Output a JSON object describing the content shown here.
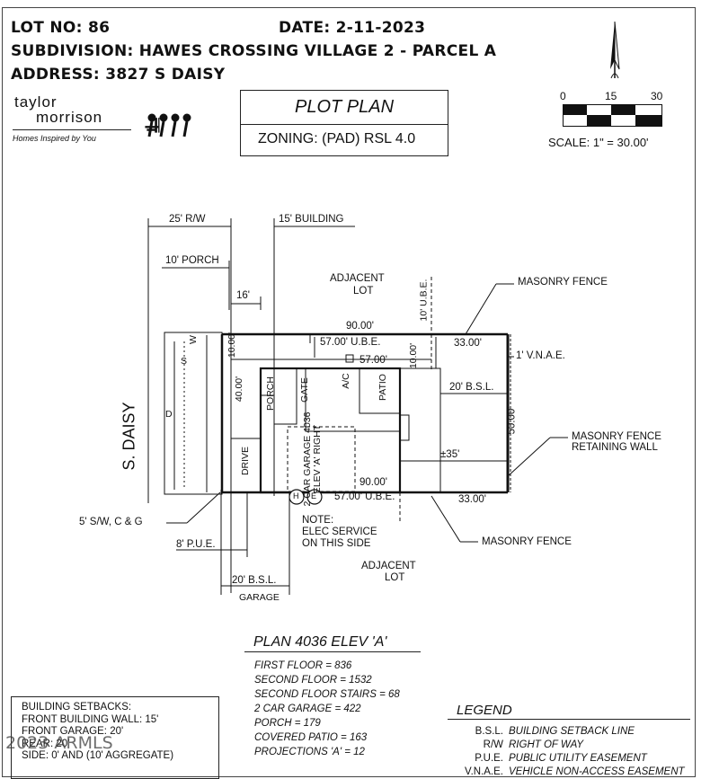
{
  "header": {
    "lot": "LOT NO: 86",
    "date": "DATE: 2-11-2023",
    "subdivision": "SUBDIVISION: HAWES CROSSING VILLAGE 2 - PARCEL A",
    "address": "ADDRESS: 3827 S DAISY"
  },
  "brand": {
    "line1": "taylor",
    "line2": "morrison",
    "tagline": "Homes Inspired by You"
  },
  "title_block": {
    "title": "PLOT PLAN",
    "zoning": "ZONING: (PAD) RSL 4.0"
  },
  "scale": {
    "t0": "0",
    "t15": "15",
    "t30": "30",
    "label": "SCALE: 1\" = 30.00'"
  },
  "plan_labels": {
    "rw25": "25' R/W",
    "bldg15": "15' BUILDING",
    "porch10": "10' PORCH",
    "d16": "16'",
    "adjacent_top": "ADJACENT",
    "lot_top": "LOT",
    "ube10": "10' U.B.E.",
    "masonry_fence_top": "MASONRY FENCE",
    "d90_top": "90.00'",
    "ube57_top": "57.00' U.B.E.",
    "d33_top": "33.00'",
    "d10_a": "10.00'",
    "d57_mid": "57.00'",
    "d10_b": "10.00'",
    "vnae1": "1' V.N.A.E.",
    "d40": "40.00'",
    "porch": "PORCH",
    "gate": "GATE",
    "ac": "A/C",
    "patio": "PATIO",
    "bsl20_right": "20' B.S.L.",
    "street": "S. DAISY",
    "d50": "50.00'",
    "fence_retaining_1": "MASONRY FENCE",
    "fence_retaining_2": "RETAINING WALL",
    "d35": "±35'",
    "garage_text": "2 CAR GARAGE 4036 ELEV 'A' RIGHT",
    "drive": "DRIVE",
    "d90_bottom": "90.00'",
    "ube57_bottom": "57.00' U.B.E.",
    "d33_bottom": "33.00'",
    "h": "H",
    "e": "E",
    "note1": "NOTE:",
    "note2": "ELEC SERVICE",
    "note3": "ON THIS SIDE",
    "sw": "5' S/W, C & G",
    "pue8": "8' P.U.E.",
    "masonry_fence_bottom": "MASONRY FENCE",
    "adjacent_bottom": "ADJACENT",
    "lot_bottom": "LOT",
    "bsl20_garage": "20' B.S.L.",
    "garage": "GARAGE",
    "s_mark": "S",
    "w_mark": "W",
    "dotted_mark": "D"
  },
  "plan_summary": {
    "title": "PLAN 4036 ELEV 'A'",
    "rows": [
      "FIRST FLOOR = 836",
      "SECOND FLOOR = 1532",
      "SECOND FLOOR STAIRS = 68",
      "2 CAR GARAGE = 422",
      "PORCH = 179",
      "COVERED PATIO = 163",
      "PROJECTIONS 'A' = 12"
    ]
  },
  "setbacks": {
    "title": "BUILDING SETBACKS:",
    "rows": [
      "FRONT BUILDING WALL: 15'",
      "FRONT GARAGE: 20'",
      "REAR: 20'",
      "SIDE: 0' AND (10' AGGREGATE)"
    ]
  },
  "watermark": "2023 ARMLS",
  "legend": {
    "title": "LEGEND",
    "rows": [
      {
        "abbr": "B.S.L.",
        "desc": "BUILDING SETBACK LINE"
      },
      {
        "abbr": "R/W",
        "desc": "RIGHT OF WAY"
      },
      {
        "abbr": "P.U.E.",
        "desc": "PUBLIC UTILITY EASEMENT"
      },
      {
        "abbr": "V.N.A.E.",
        "desc": "VEHICLE NON-ACCESS EASEMENT"
      }
    ]
  }
}
